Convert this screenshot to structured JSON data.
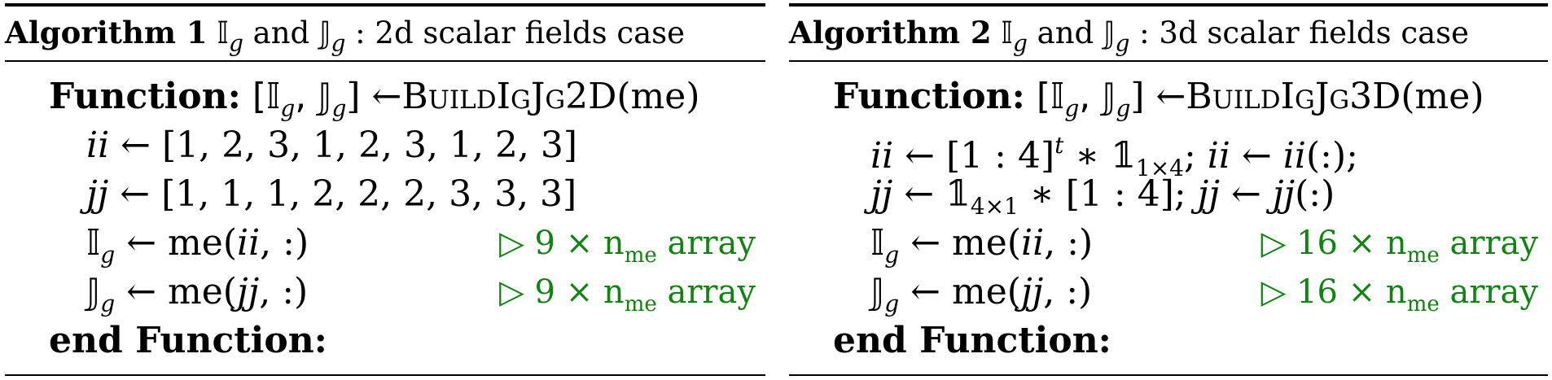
{
  "algorithm1": {
    "label": "Algorithm 1",
    "title_part1": "𝕀",
    "title_sub1": "g",
    "title_and": " and ",
    "title_part2": "𝕁",
    "title_sub2": "g",
    "title_rest": " : 2d scalar fields case",
    "function_kw": "Function:",
    "function_sig_open": "[𝕀",
    "function_sig_sub1": "g",
    "function_sig_mid": ", 𝕁",
    "function_sig_sub2": "g",
    "function_sig_close": "] ←",
    "function_name": "BuildIgJg2D",
    "function_arg": "(me)",
    "line_ii_var": "ii",
    "line_ii_value": " ← [1, 2, 3, 1, 2, 3, 1, 2, 3]",
    "line_jj_var": "jj",
    "line_jj_value": " ← [1, 1, 1, 2, 2, 2, 3, 3, 3]",
    "line_ig_sym": "𝕀",
    "line_ig_sub": "g",
    "line_ig_pre": " ← me(",
    "line_ig_idx": "ii",
    "line_ig_post": ", :)",
    "comment_ig_pre": "▷ 9 × n",
    "comment_ig_sub": "me",
    "comment_ig_post": " array",
    "line_jg_sym": "𝕁",
    "line_jg_sub": "g",
    "line_jg_pre": " ← me(",
    "line_jg_idx": "jj",
    "line_jg_post": ", :)",
    "comment_jg_pre": "▷ 9 × n",
    "comment_jg_sub": "me",
    "comment_jg_post": " array",
    "end_kw": "end Function:"
  },
  "algorithm2": {
    "label": "Algorithm 2",
    "title_part1": "𝕀",
    "title_sub1": "g",
    "title_and": " and ",
    "title_part2": "𝕁",
    "title_sub2": "g",
    "title_rest": " : 3d scalar fields case",
    "function_kw": "Function:",
    "function_sig_open": "[𝕀",
    "function_sig_sub1": "g",
    "function_sig_mid": ", 𝕁",
    "function_sig_sub2": "g",
    "function_sig_close": "] ←",
    "function_name": "BuildIgJg3D",
    "function_arg": "(me)",
    "line_ii_var": "ii",
    "line_ii_a": " ← [1 : 4]",
    "line_ii_sup": "t",
    "line_ii_b": " ∗ 𝟙",
    "line_ii_sub": "1×4",
    "line_ii_c": "; ",
    "line_ii_var2": "ii",
    "line_ii_d": " ← ",
    "line_ii_var3": "ii",
    "line_ii_e": "(:);",
    "line_jj_var": "jj",
    "line_jj_a": " ← 𝟙",
    "line_jj_sub": "4×1",
    "line_jj_b": " ∗ [1 : 4]; ",
    "line_jj_var2": "jj",
    "line_jj_c": " ← ",
    "line_jj_var3": "jj",
    "line_jj_d": "(:)",
    "line_ig_sym": "𝕀",
    "line_ig_sub": "g",
    "line_ig_pre": " ← me(",
    "line_ig_idx": "ii",
    "line_ig_post": ", :)",
    "comment_ig_pre": "▷ 16 × n",
    "comment_ig_sub": "me",
    "comment_ig_post": " array",
    "line_jg_sym": "𝕁",
    "line_jg_sub": "g",
    "line_jg_pre": " ← me(",
    "line_jg_idx": "jj",
    "line_jg_post": ", :)",
    "comment_jg_pre": "▷ 16 × n",
    "comment_jg_sub": "me",
    "comment_jg_post": " array",
    "end_kw": "end Function:"
  }
}
